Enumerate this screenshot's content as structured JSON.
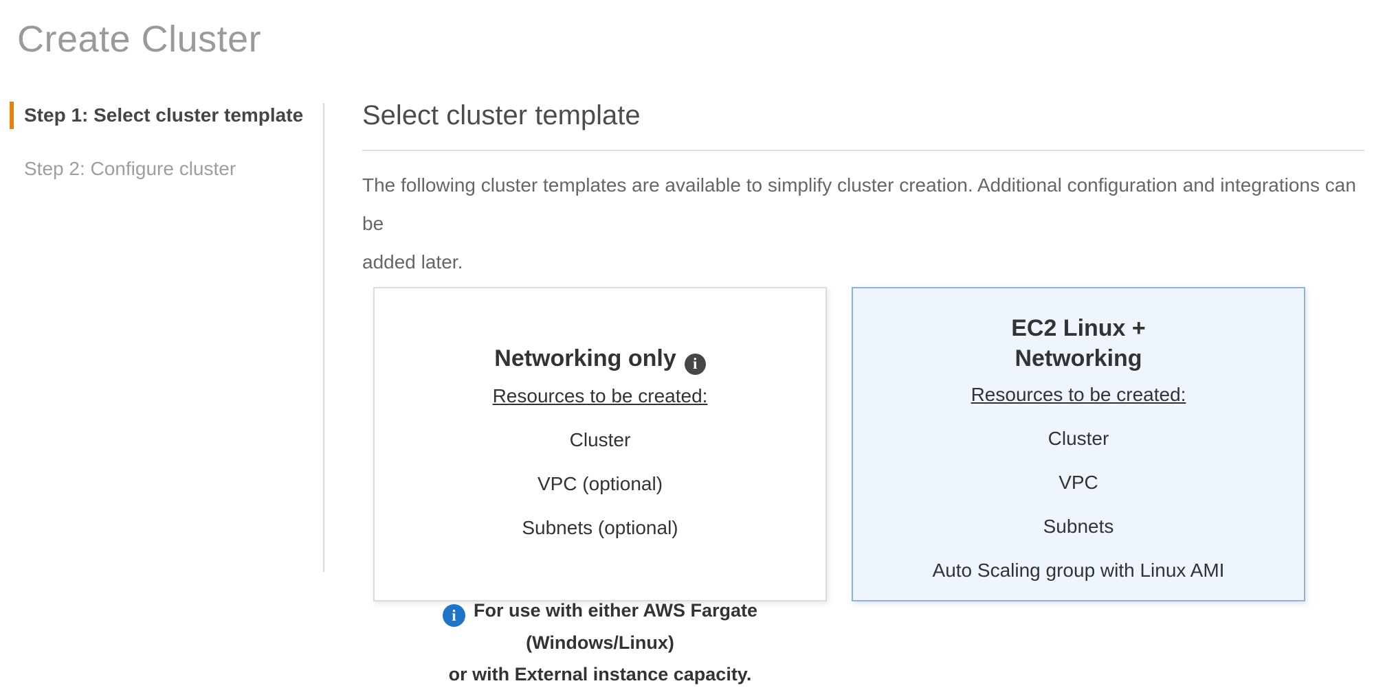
{
  "page": {
    "title": "Create Cluster"
  },
  "steps": [
    {
      "label": "Step 1: Select cluster template",
      "active": true
    },
    {
      "label": "Step 2: Configure cluster",
      "active": false
    }
  ],
  "main": {
    "heading": "Select cluster template",
    "description": "The following cluster templates are available to simplify cluster creation. Additional configuration and integrations can be\nadded later."
  },
  "cards": [
    {
      "title": "Networking only",
      "resources_label": "Resources to be created:",
      "resources": [
        "Cluster",
        "VPC (optional)",
        "Subnets (optional)"
      ],
      "note": "For use with either AWS Fargate (Windows/Linux)\nor with External instance capacity.",
      "selected": false
    },
    {
      "title": "EC2 Linux +\nNetworking",
      "resources_label": "Resources to be created:",
      "resources": [
        "Cluster",
        "VPC",
        "Subnets",
        "Auto Scaling group with Linux AMI"
      ],
      "selected": true
    }
  ],
  "icons": {
    "info_glyph": "i"
  },
  "colors": {
    "accent_orange": "#e8820e",
    "selected_bg": "#eef5fc",
    "selected_border": "#8eb2d8",
    "info_blue": "#1d74c9",
    "info_dark": "#464646"
  }
}
